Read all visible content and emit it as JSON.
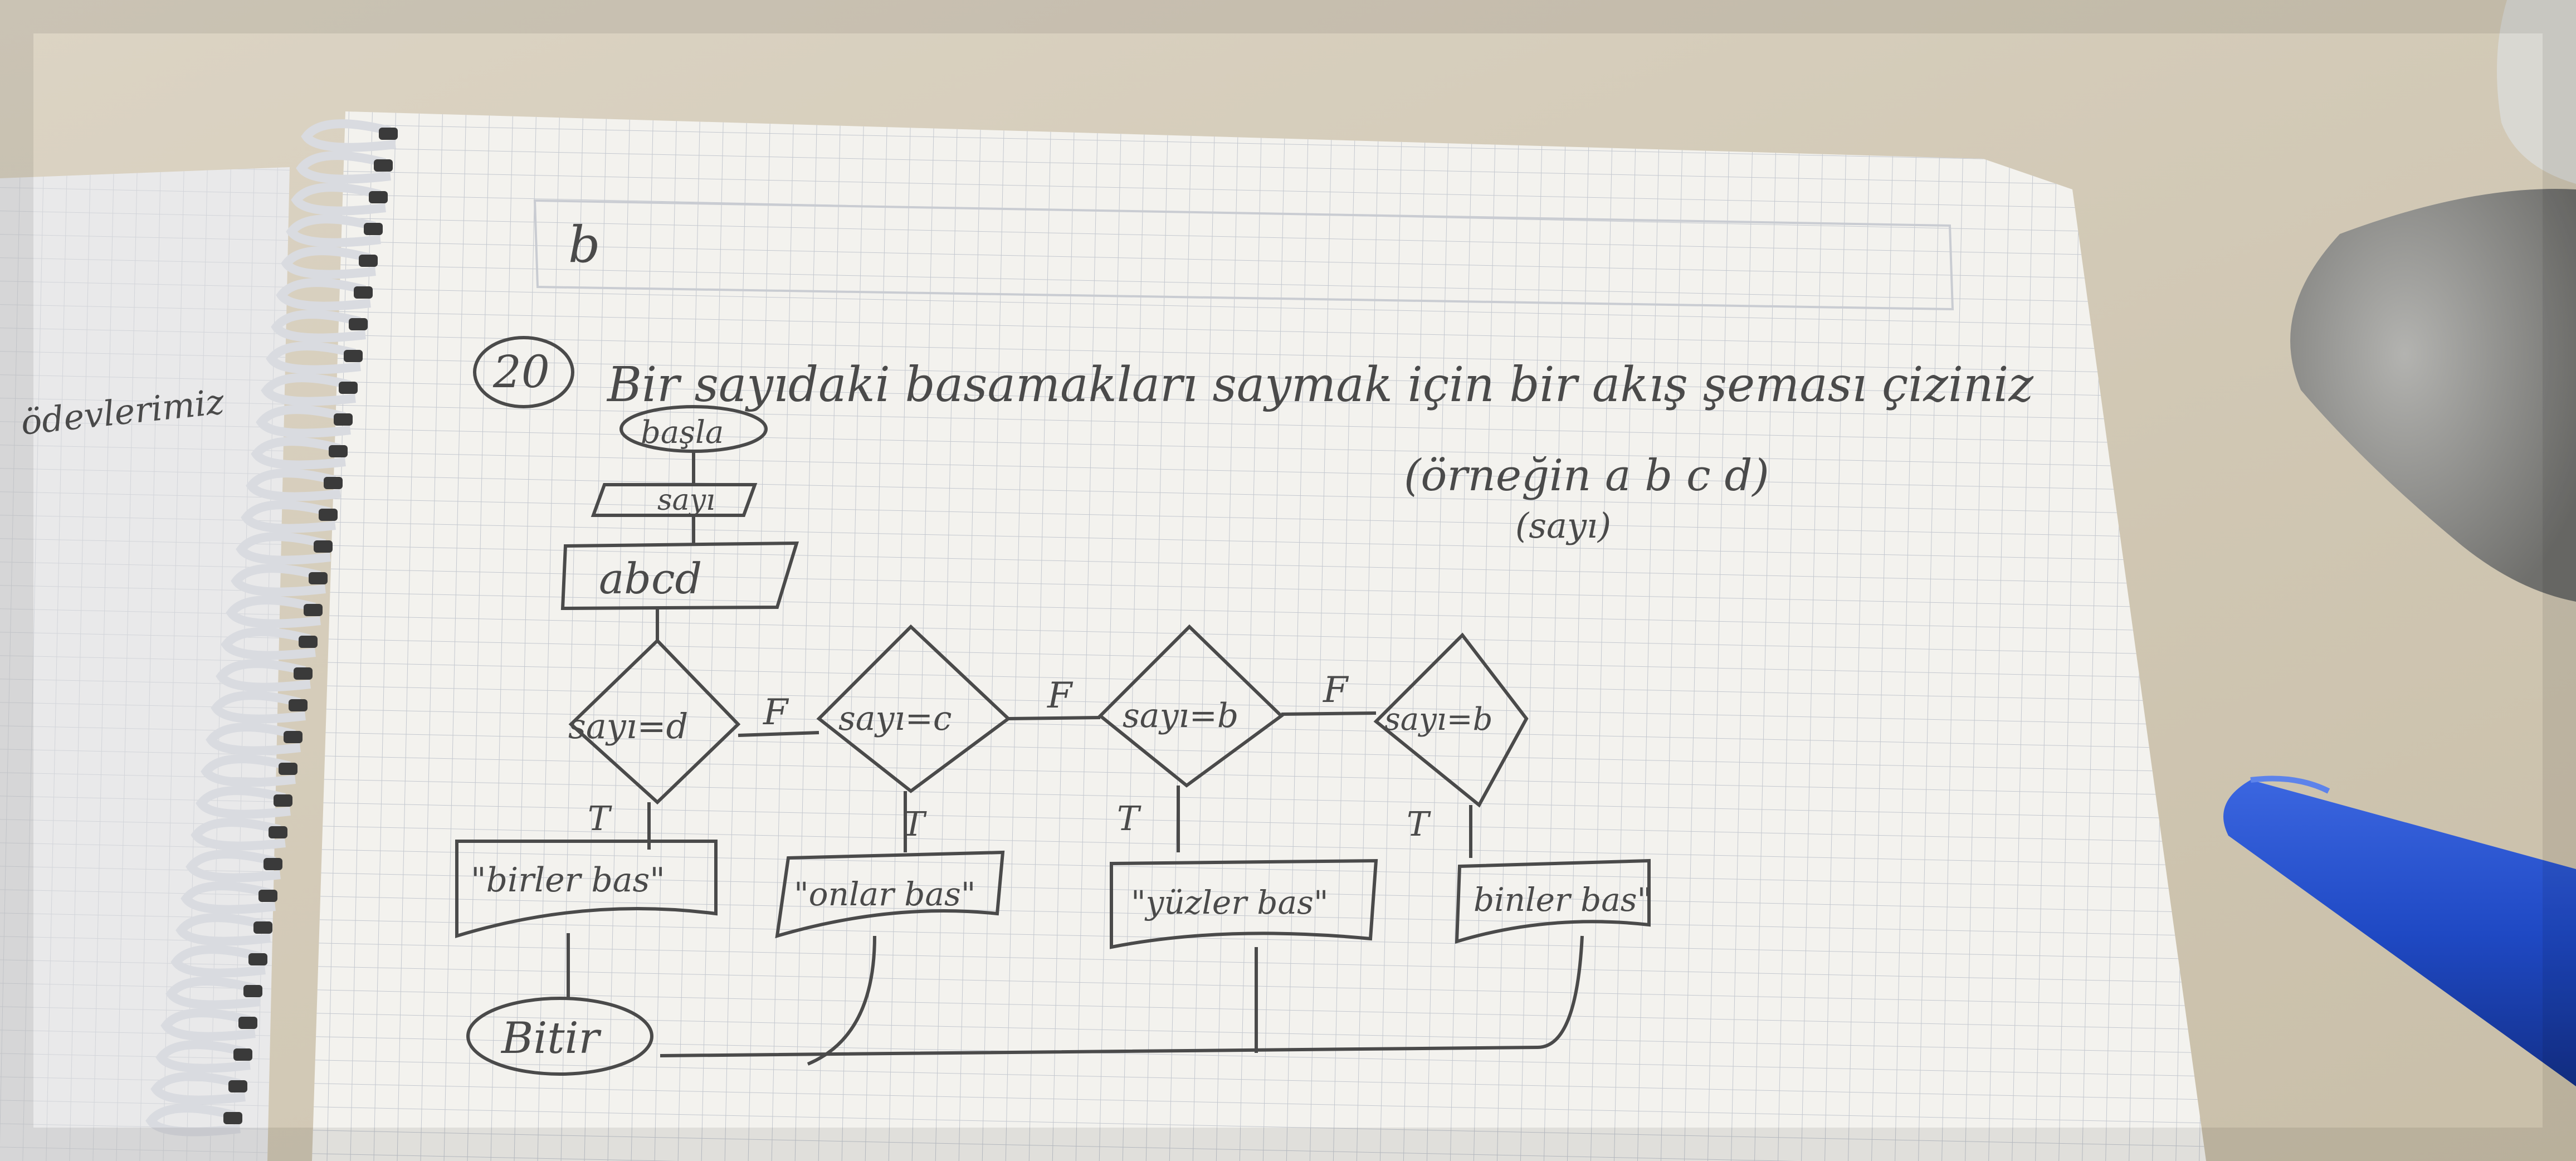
{
  "photo": {
    "description_hint": "",
    "colors": {
      "table": "#d8d0c0",
      "paper": "#f3f2ee",
      "grid": "#c9ccd2",
      "pencil": "#4a4a4a",
      "marker": "#1f49c4",
      "glove": "#9a9a96"
    }
  },
  "notebook": {
    "problem_number": "20",
    "heading": "Bir sayıdaki basamakları saymak için bir akış şeması çiziniz",
    "example": "(örneğin a b c d)",
    "example_sub": "(sayı)",
    "margin_note": "ödevlerimiz",
    "corner_mark": "b"
  },
  "flowchart": {
    "start_label": "başla",
    "input_label": "sayı",
    "process_label": "abcd",
    "decisions": [
      {
        "label": "sayı=d",
        "no": "F",
        "yes": "T"
      },
      {
        "label": "sayı=c",
        "no": "F",
        "yes": "T"
      },
      {
        "label": "sayı=b",
        "no": "F",
        "yes": "T"
      },
      {
        "label": "sayı=b",
        "yes": "T"
      }
    ],
    "outputs": [
      {
        "label": "\"birler bas\""
      },
      {
        "label": "\"onlar bas\""
      },
      {
        "label": "\"yüzler bas\""
      },
      {
        "label": "binler bas\""
      }
    ],
    "end_label": "Bitir"
  }
}
